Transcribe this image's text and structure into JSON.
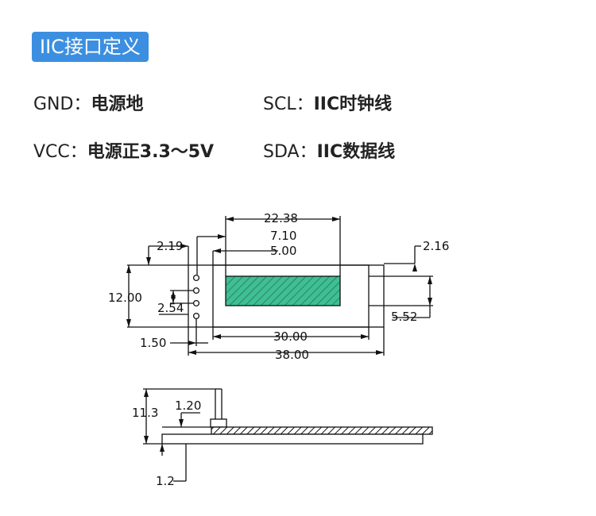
{
  "header": {
    "title": "IIC接口定义"
  },
  "pins": [
    {
      "key": "GND：",
      "value": "电源地"
    },
    {
      "key": "SCL：",
      "value": "IIC时钟线"
    },
    {
      "key": "VCC：",
      "value": "电源正3.3～5V"
    },
    {
      "key": "SDA：",
      "value": "IIC数据线"
    }
  ],
  "dimensions_top": {
    "d_22_38": "22.38",
    "d_7_10": "7.10",
    "d_5_00": "5.00",
    "d_2_19": "2.19",
    "d_2_16": "2.16",
    "d_12_00": "12.00",
    "d_2_54": "2.54",
    "d_5_52": "5.52",
    "d_1_50": "1.50",
    "d_30_00": "30.00",
    "d_38_00": "38.00"
  },
  "dimensions_side": {
    "d_11_3": "11.3",
    "d_1_20": "1.20",
    "d_1_2": "1.2"
  },
  "colors": {
    "badge": "#3c8fe0",
    "display": "#3fbf93"
  }
}
